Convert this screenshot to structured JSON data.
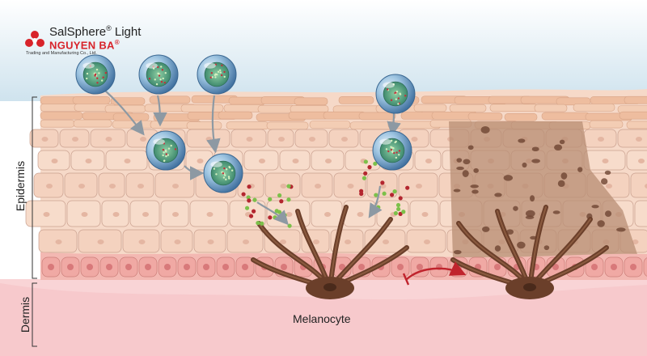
{
  "brand": {
    "product": "SalSphere",
    "product_mark": "®",
    "product_suffix": "Light",
    "company": "NGUYEN BA",
    "company_mark": "®",
    "company_sub": "Trading and Manufacturing Co., Ltd.",
    "logo_color": "#d8232a"
  },
  "labels": {
    "epidermis": "Epidermis",
    "dermis": "Dermis",
    "melanocyte": "Melanocyte"
  },
  "colors": {
    "sky": "#dceaf2",
    "stratum_corneum": "#f1c7aa",
    "cell_fill": "#f6d9c8",
    "cell_stroke": "#c9a08f",
    "dark_cell_fill": "#b48a72",
    "basal_fill": "#f0a9a4",
    "dermis_fill": "#f9d4d6",
    "melanocyte": "#6b3f2a",
    "sphere": "#5e8fc0",
    "particle_green": "#7cc04a",
    "particle_red": "#b3262f",
    "arrow": "#9aa6b0",
    "inhibit_arrow": "#c0242d"
  },
  "icons": [
    "brand-logo-icon",
    "salsphere-capsule-icon",
    "melanocyte-icon",
    "arrow-icon",
    "inhibition-arrow-icon"
  ]
}
